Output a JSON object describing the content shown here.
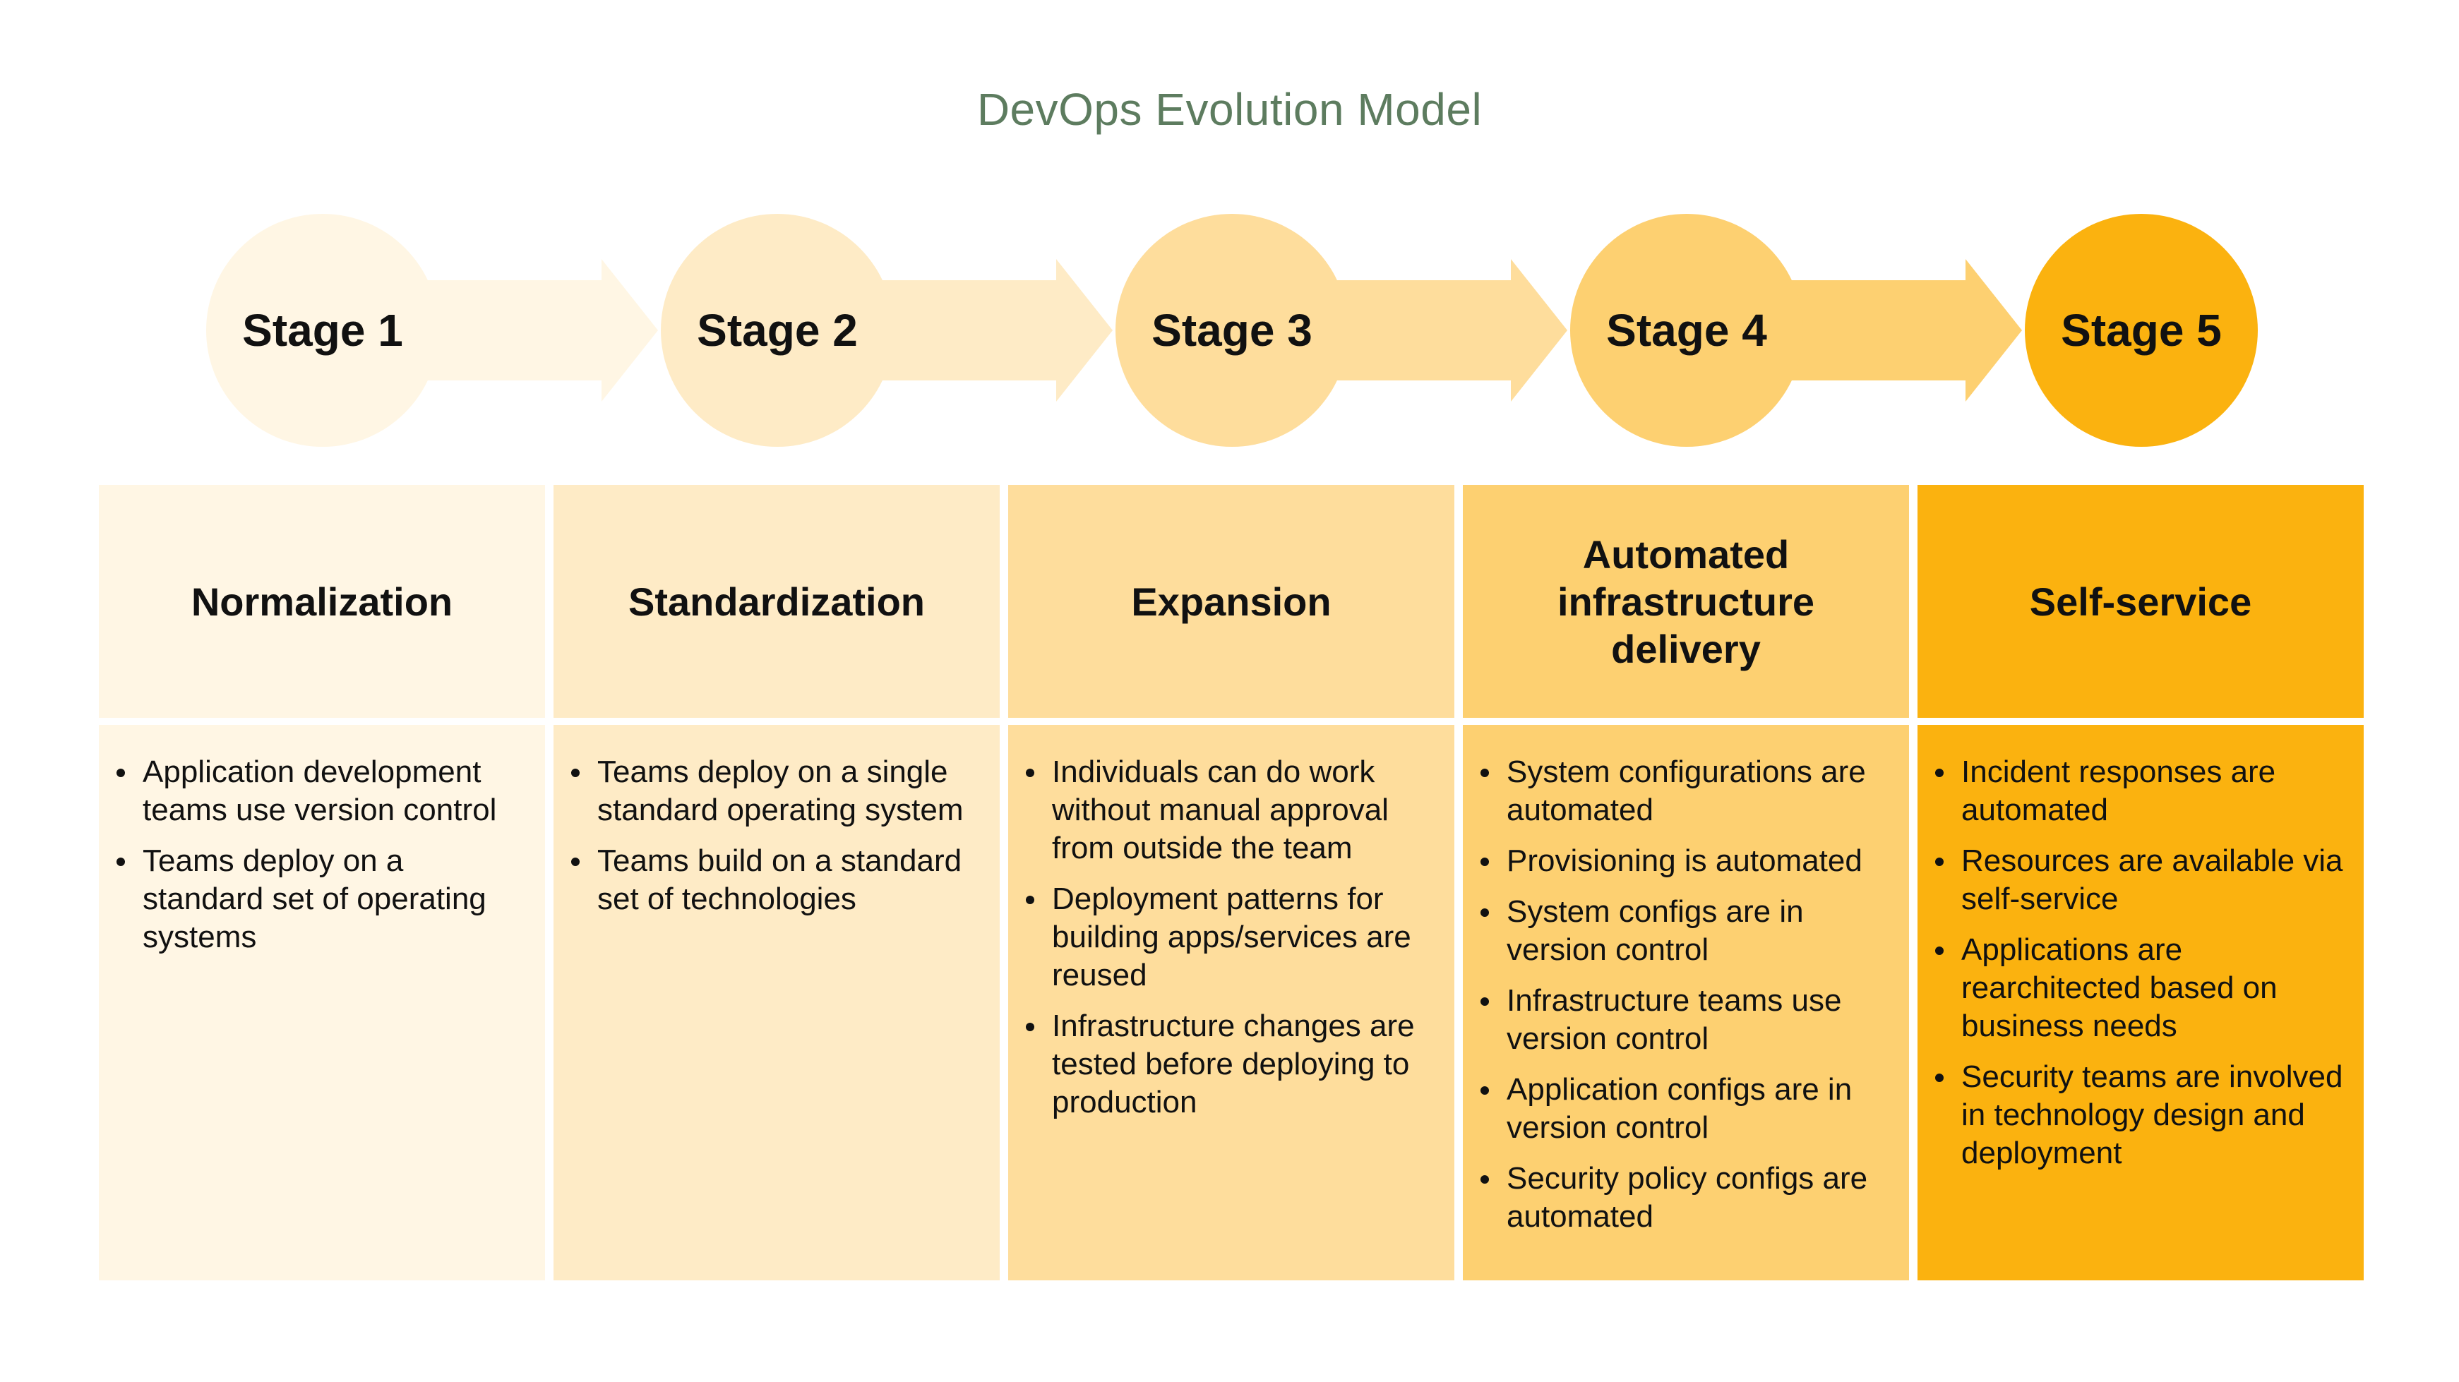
{
  "title": "DevOps Evolution Model",
  "colors": {
    "title": "#5d7c5f",
    "stage_fills": [
      "#fff6e4",
      "#feebc6",
      "#fedd9c",
      "#fdd071",
      "#fbb20f"
    ]
  },
  "stages": [
    {
      "label": "Stage 1"
    },
    {
      "label": "Stage 2"
    },
    {
      "label": "Stage 3"
    },
    {
      "label": "Stage 4"
    },
    {
      "label": "Stage 5"
    }
  ],
  "columns": [
    {
      "heading": "Normalization",
      "items": [
        "Application development teams use version control",
        "Teams deploy on a standard set of operating systems"
      ]
    },
    {
      "heading": "Standardization",
      "items": [
        "Teams deploy on a single standard operating system",
        "Teams build on a standard set of technologies"
      ]
    },
    {
      "heading": "Expansion",
      "items": [
        "Individuals can do work without manual approval from outside the team",
        "Deployment patterns for building apps/services are reused",
        "Infrastructure changes are tested before deploying to production"
      ]
    },
    {
      "heading": "Automated infrastructure delivery",
      "items": [
        "System configurations are automated",
        "Provisioning is automated",
        "System configs are in version control",
        "Infrastructure teams use version control",
        "Application configs are in version control",
        "Security policy configs are automated"
      ]
    },
    {
      "heading": "Self-service",
      "items": [
        "Incident responses are automated",
        "Resources are available via self-service",
        "Applications are rearchitected based on business needs",
        "Security teams are involved in technology design and deployment"
      ]
    }
  ]
}
